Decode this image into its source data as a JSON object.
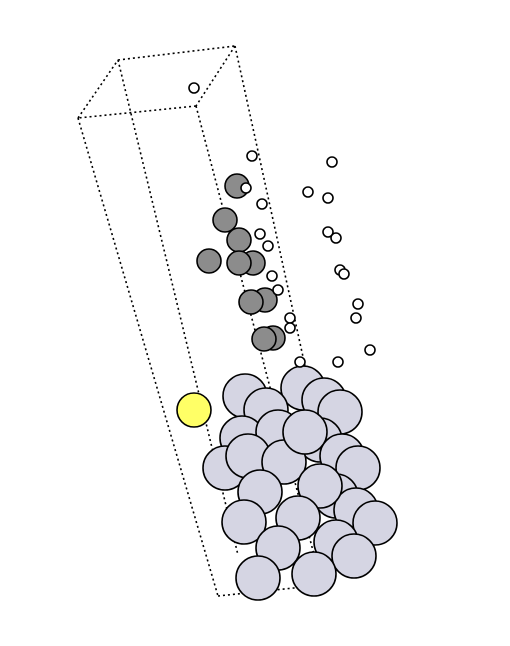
{
  "colors": {
    "background": "#ffffff",
    "outline": "#000000",
    "slab_atom": "#d5d5e3",
    "adsorbate_atom": "#ffff66",
    "chain_atom": "#8c8c8c",
    "small_atom": "#ffffff"
  },
  "cell": {
    "line_style": "dotted"
  },
  "atom_types": [
    "slab",
    "adsorbate",
    "chain",
    "small"
  ]
}
